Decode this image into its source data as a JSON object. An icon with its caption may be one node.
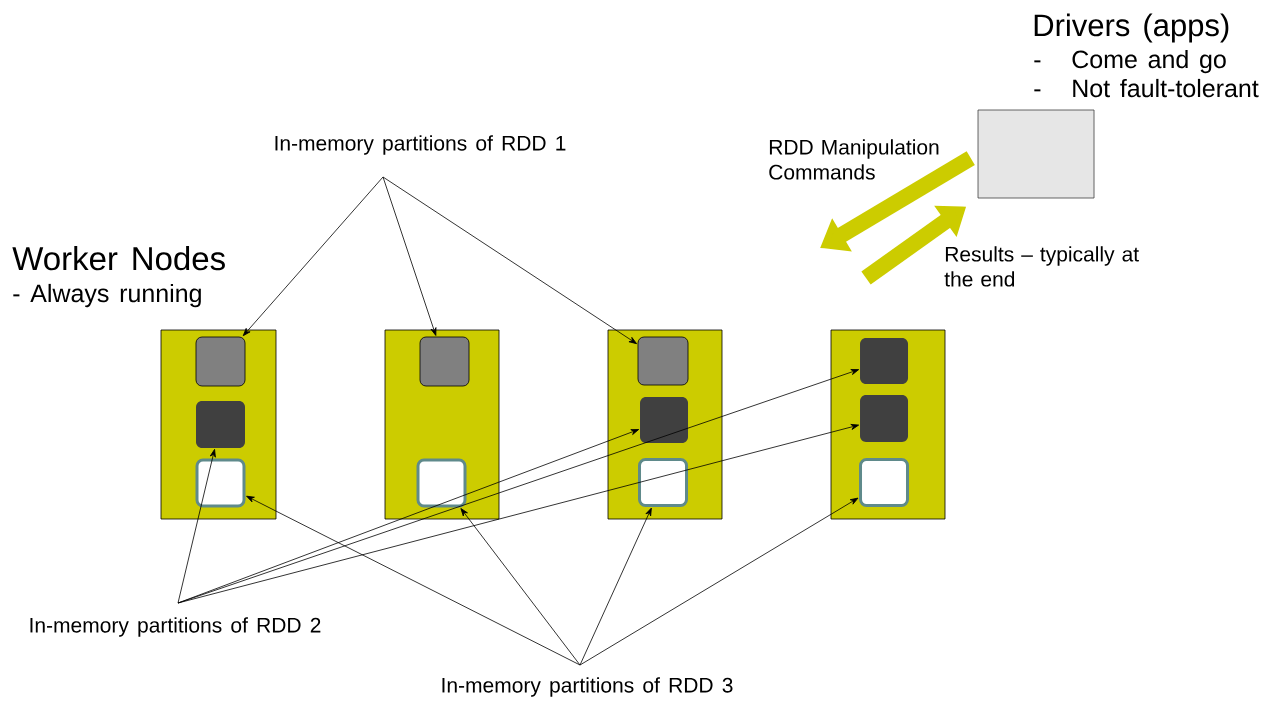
{
  "diagram": {
    "nodes": [
      {
        "text": [
          "Drivers (apps)",
          "-",
          "Come and go",
          "-",
          "Not fault-tolerant"
        ]
      },
      {
        "text": [
          "In-memory partitions of RDD 1"
        ]
      },
      {
        "text": [
          "In-memory partitions of RDD 2"
        ]
      },
      {
        "text": [
          "In-memory partitions of RDD 3"
        ]
      },
      {
        "text": [],
        "shape": "box"
      },
      {
        "text": [],
        "shape": "box"
      },
      {
        "text": [],
        "shape": "box"
      },
      {
        "text": [],
        "shape": "box"
      },
      {
        "text": [],
        "shape": "box",
        "in": 4
      },
      {
        "text": [],
        "shape": "box",
        "in": 4
      },
      {
        "text": [],
        "shape": "box",
        "in": 4
      },
      {
        "text": [],
        "shape": "box",
        "in": 5
      },
      {
        "text": [],
        "shape": "box",
        "in": 5
      },
      {
        "text": [],
        "shape": "box",
        "in": 6
      },
      {
        "text": [],
        "shape": "box",
        "in": 6
      },
      {
        "text": [],
        "shape": "box",
        "in": 6
      },
      {
        "text": [],
        "shape": "box",
        "in": 7
      },
      {
        "text": [],
        "shape": "box",
        "in": 7
      },
      {
        "text": [],
        "shape": "box",
        "in": 7
      }
    ],
    "edges": [
      {
        "from": 0,
        "to": null,
        "arrow": "to",
        "label": "RDD Manipulation Commands",
        "style": "thick",
        "color": "#cccc00"
      },
      {
        "from": null,
        "to": 0,
        "arrow": "to",
        "label": "Results – typically at the end",
        "style": "thick",
        "color": "#cccc00"
      },
      {
        "from": 1,
        "to": 8,
        "arrow": "to"
      },
      {
        "from": 1,
        "to": 11,
        "arrow": "to"
      },
      {
        "from": 1,
        "to": 13,
        "arrow": "to"
      },
      {
        "from": 2,
        "to": 9,
        "arrow": "to"
      },
      {
        "from": 2,
        "to": 14,
        "arrow": "to"
      },
      {
        "from": 2,
        "to": 16,
        "arrow": "to"
      },
      {
        "from": 2,
        "to": 17,
        "arrow": "to"
      },
      {
        "from": 3,
        "to": 10,
        "arrow": "to"
      },
      {
        "from": 3,
        "to": 12,
        "arrow": "to"
      },
      {
        "from": 3,
        "to": 15,
        "arrow": "to"
      },
      {
        "from": 3,
        "to": 18,
        "arrow": "to"
      }
    ],
    "labels": [
      "Worker Nodes",
      "- Always running"
    ]
  }
}
